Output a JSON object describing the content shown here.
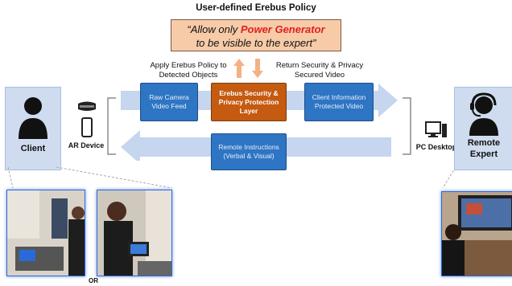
{
  "title": "User-defined Erebus Policy",
  "policy": {
    "line1_prefix": "“Allow only ",
    "line1_highlight": "Power Generator",
    "line2": "to be visible to the expert”"
  },
  "labels": {
    "apply_policy": "Apply Erebus Policy to Detected Objects",
    "return_video": "Return Security & Privacy Secured Video"
  },
  "boxes": {
    "raw_feed": "Raw Camera Video Feed",
    "erebus_layer": "Erebus Security & Privacy Protection Layer",
    "protected_video": "Client Information Protected Video",
    "remote_instructions": "Remote Instructions (Verbal & Visual)"
  },
  "left": {
    "client_label": "Client",
    "device_label": "AR Device",
    "or_label": "OR"
  },
  "right": {
    "expert_label": "Remote Expert",
    "device_label": "PC Desktop"
  },
  "colors": {
    "blue_box": "#2e75c4",
    "orange_box": "#c55a11",
    "policy_fill": "#f8cba8",
    "highlight": "#e02020",
    "arrow": "#c5d6ee",
    "up_arrow": "#f4b183",
    "panel": "#cfdcef"
  }
}
